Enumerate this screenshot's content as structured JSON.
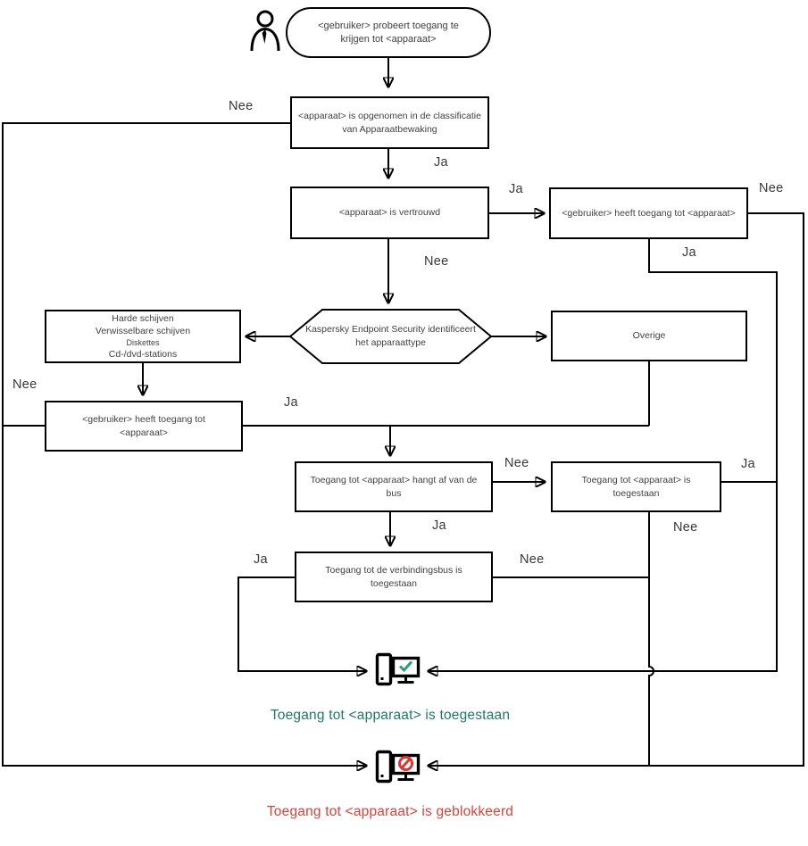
{
  "diagram": {
    "nodes": {
      "start": "<gebruiker> probeert toegang te krijgen tot <apparaat>",
      "classification": "<apparaat> is opgenomen in de classificatie van Apparaatbewaking",
      "trusted": "<apparaat> is vertrouwd",
      "user_access_top": "<gebruiker> heeft toegang tot <apparaat>",
      "device_type": "Kaspersky Endpoint Security identificeert het apparaattype",
      "disk_types": {
        "lines": [
          "Harde schijven",
          "Verwisselbare schijven",
          "Diskettes",
          "Cd-/dvd-stations"
        ]
      },
      "other": "Overige",
      "user_access_left": "<gebruiker> heeft toegang tot <apparaat>",
      "bus_dependent": "Toegang tot <apparaat> hangt af van de bus",
      "access_allowed_box": "Toegang tot <apparaat> is toegestaan",
      "bus_allowed": "Toegang tot de verbindingsbus is toegestaan"
    },
    "edge_labels": {
      "classification_no": "Nee",
      "classification_yes": "Ja",
      "trusted_yes": "Ja",
      "trusted_no": "Nee",
      "user_top_no": "Nee",
      "user_top_yes": "Ja",
      "user_left_no": "Nee",
      "user_left_yes": "Ja",
      "bus_no": "Nee",
      "bus_yes": "Ja",
      "allowed_box_yes": "Ja",
      "allowed_box_no": "Nee",
      "bus_allowed_yes": "Ja",
      "bus_allowed_no": "Nee"
    },
    "outcomes": {
      "allowed": {
        "caption": "Toegang tot <apparaat> is toegestaan",
        "color": "#1e7a68"
      },
      "blocked": {
        "caption": "Toegang tot <apparaat> is geblokkeerd",
        "color": "#e0403a"
      }
    },
    "icons": {
      "user": "user-icon",
      "allowed_computer": "computer-check-icon",
      "blocked_computer": "computer-prohibited-icon"
    },
    "accent_colors": {
      "check_green": "#27a06e",
      "prohibit_red": "#dd3733",
      "line_black": "#000000"
    }
  }
}
